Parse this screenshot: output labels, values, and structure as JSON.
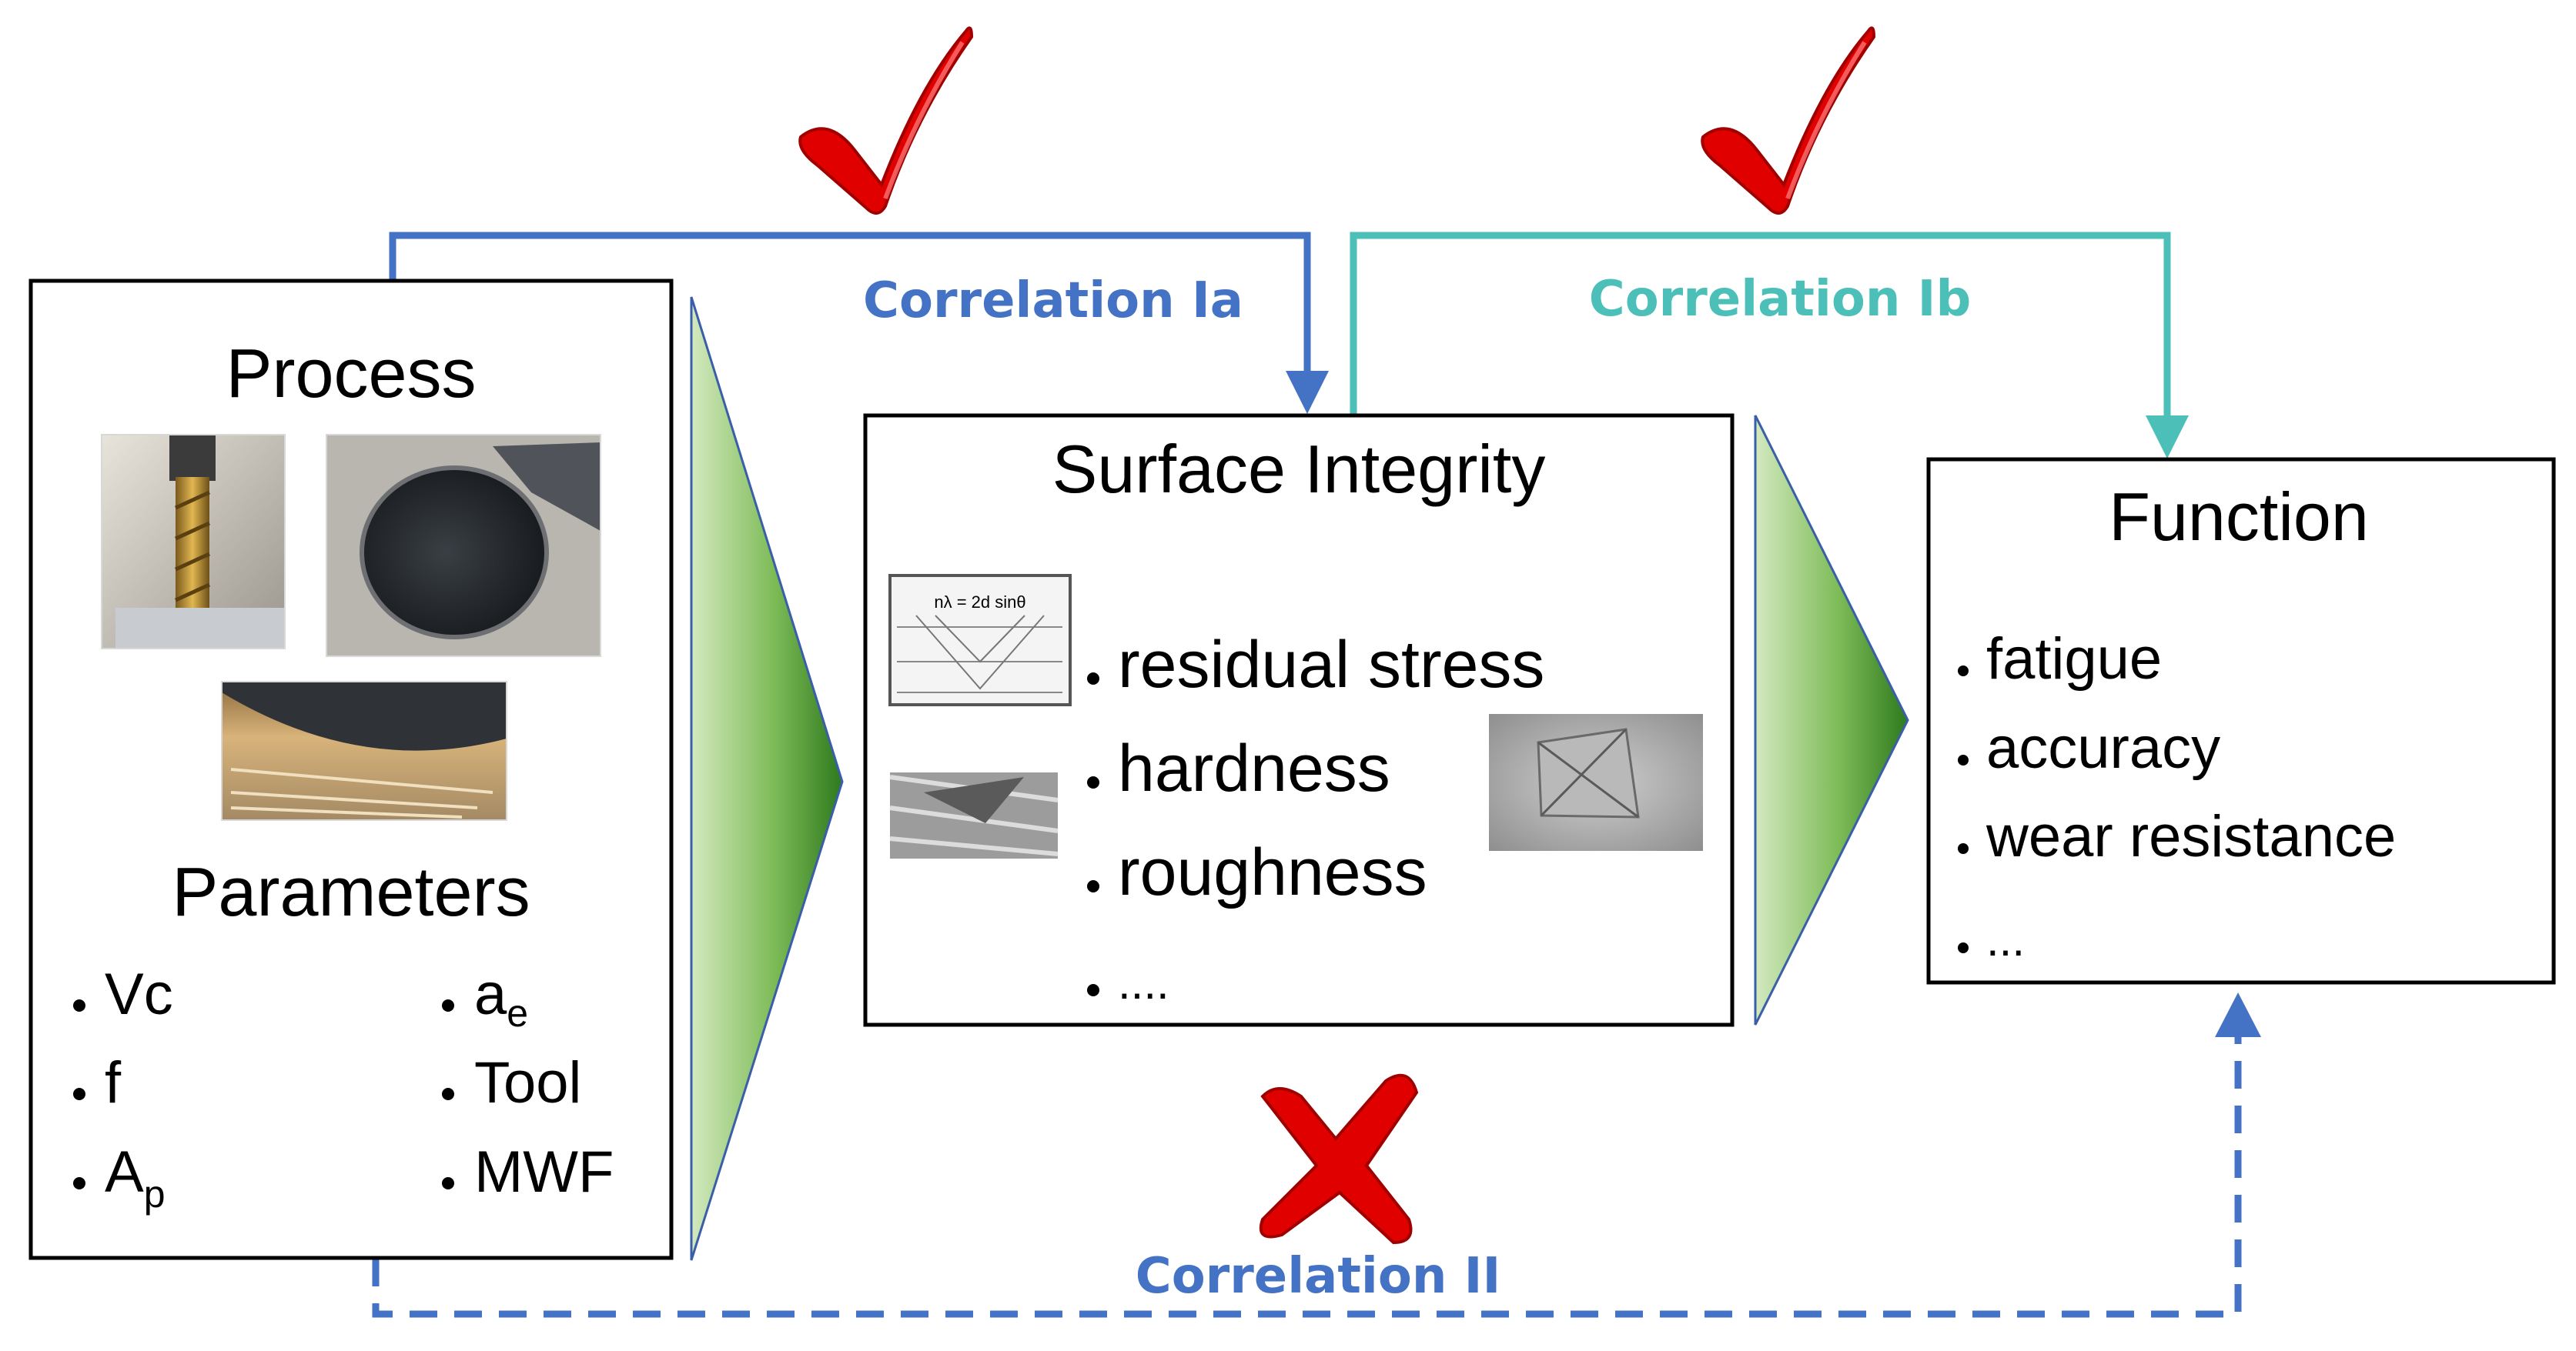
{
  "process": {
    "title": "Process",
    "parameters_title": "Parameters",
    "parameters": [
      {
        "main": "Vc",
        "sub": ""
      },
      {
        "main": "f",
        "sub": ""
      },
      {
        "main": "A",
        "sub": "p"
      },
      {
        "main": "a",
        "sub": "e"
      },
      {
        "main": "Tool",
        "sub": ""
      },
      {
        "main": "MWF",
        "sub": ""
      }
    ]
  },
  "surface_integrity": {
    "title": "Surface Integrity",
    "items": [
      "residual stress",
      "hardness",
      "roughness",
      "...."
    ],
    "xrd_formula": "nλ = 2d sinθ"
  },
  "function": {
    "title": "Function",
    "items": [
      "fatigue",
      "accuracy",
      "wear resistance",
      "..."
    ]
  },
  "correlations": {
    "ia": {
      "label": "Correlation Ia",
      "color": "#4472C4",
      "status": "check"
    },
    "ib": {
      "label": "Correlation Ib",
      "color": "#4BBFB8",
      "status": "check"
    },
    "ii": {
      "label": "Correlation II",
      "color": "#4472C4",
      "status": "cross"
    }
  },
  "colors": {
    "check": "#E00000",
    "cross": "#E00000",
    "arrow_green_light": "#C9E3B0",
    "arrow_green_dark": "#2F7A1F"
  }
}
